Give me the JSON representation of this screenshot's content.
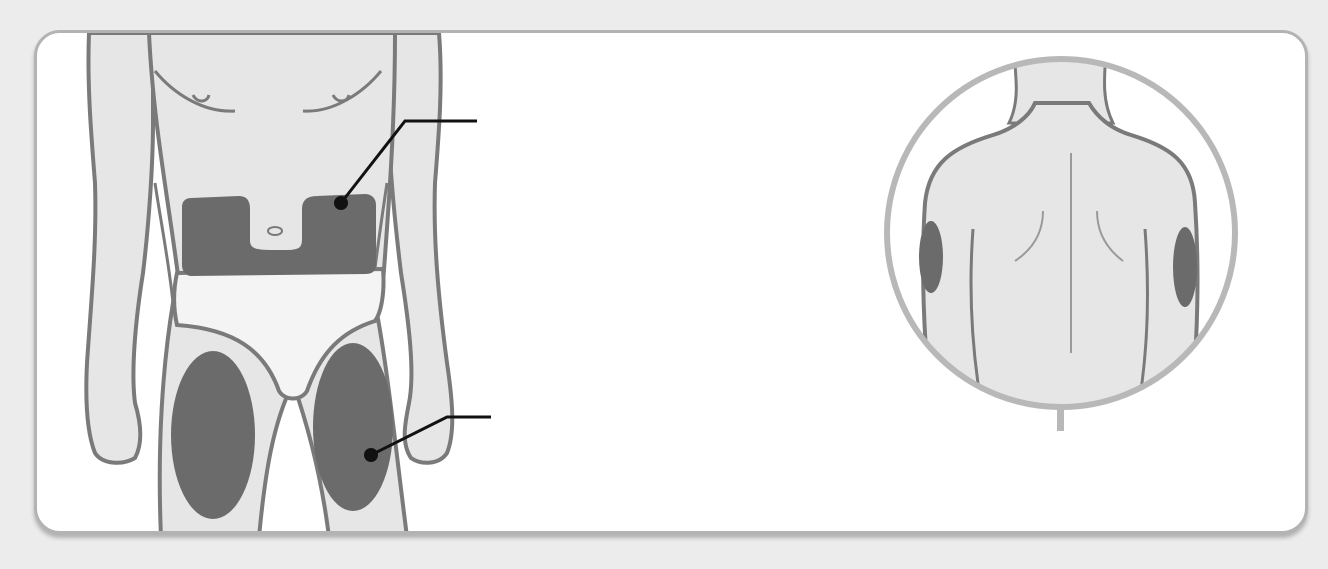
{
  "figure": {
    "subject": "injection-sites",
    "colors": {
      "background": "#ececec",
      "panel": "#ffffff",
      "panel_border": "#b3b3b3",
      "skin": "#e6e6e6",
      "outline": "#7a7a7a",
      "injection_zone": "#6b6b6b",
      "underwear": "#f4f4f4",
      "callout_line": "#111111",
      "magnifier_ring": "#b8b8b8"
    },
    "callouts": [
      {
        "target": "abdomen",
        "label": ""
      },
      {
        "target": "thigh",
        "label": ""
      }
    ],
    "inset": {
      "target": "back-of-upper-arms",
      "label": ""
    }
  }
}
